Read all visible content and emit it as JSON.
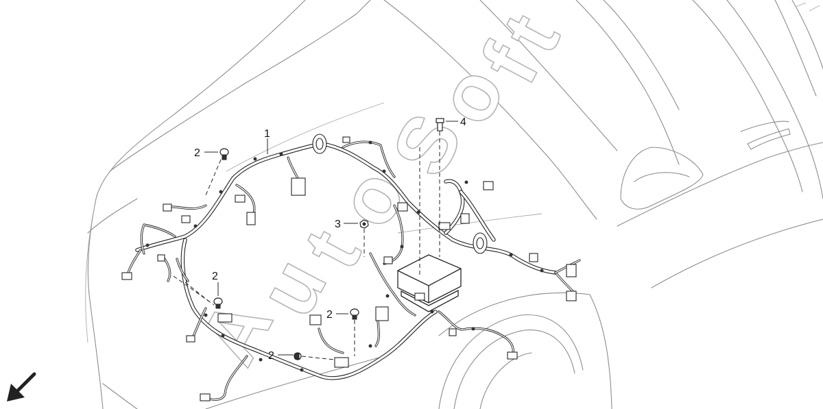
{
  "diagram": {
    "watermark": [
      "A",
      "u",
      "t",
      "o",
      "S",
      "o",
      "f",
      "t"
    ],
    "callouts": [
      {
        "id": "c1",
        "label": "1"
      },
      {
        "id": "c2a",
        "label": "2"
      },
      {
        "id": "c2b",
        "label": "2"
      },
      {
        "id": "c2c",
        "label": "2"
      },
      {
        "id": "c2d",
        "label": "2"
      },
      {
        "id": "c3",
        "label": "3"
      },
      {
        "id": "c4",
        "label": "4"
      }
    ],
    "direction_indicator": "front-arrow-icon",
    "colors": {
      "line": "#222222",
      "car_outline": "#8c8c8c",
      "watermark_stroke": "#b4b4b4"
    }
  }
}
